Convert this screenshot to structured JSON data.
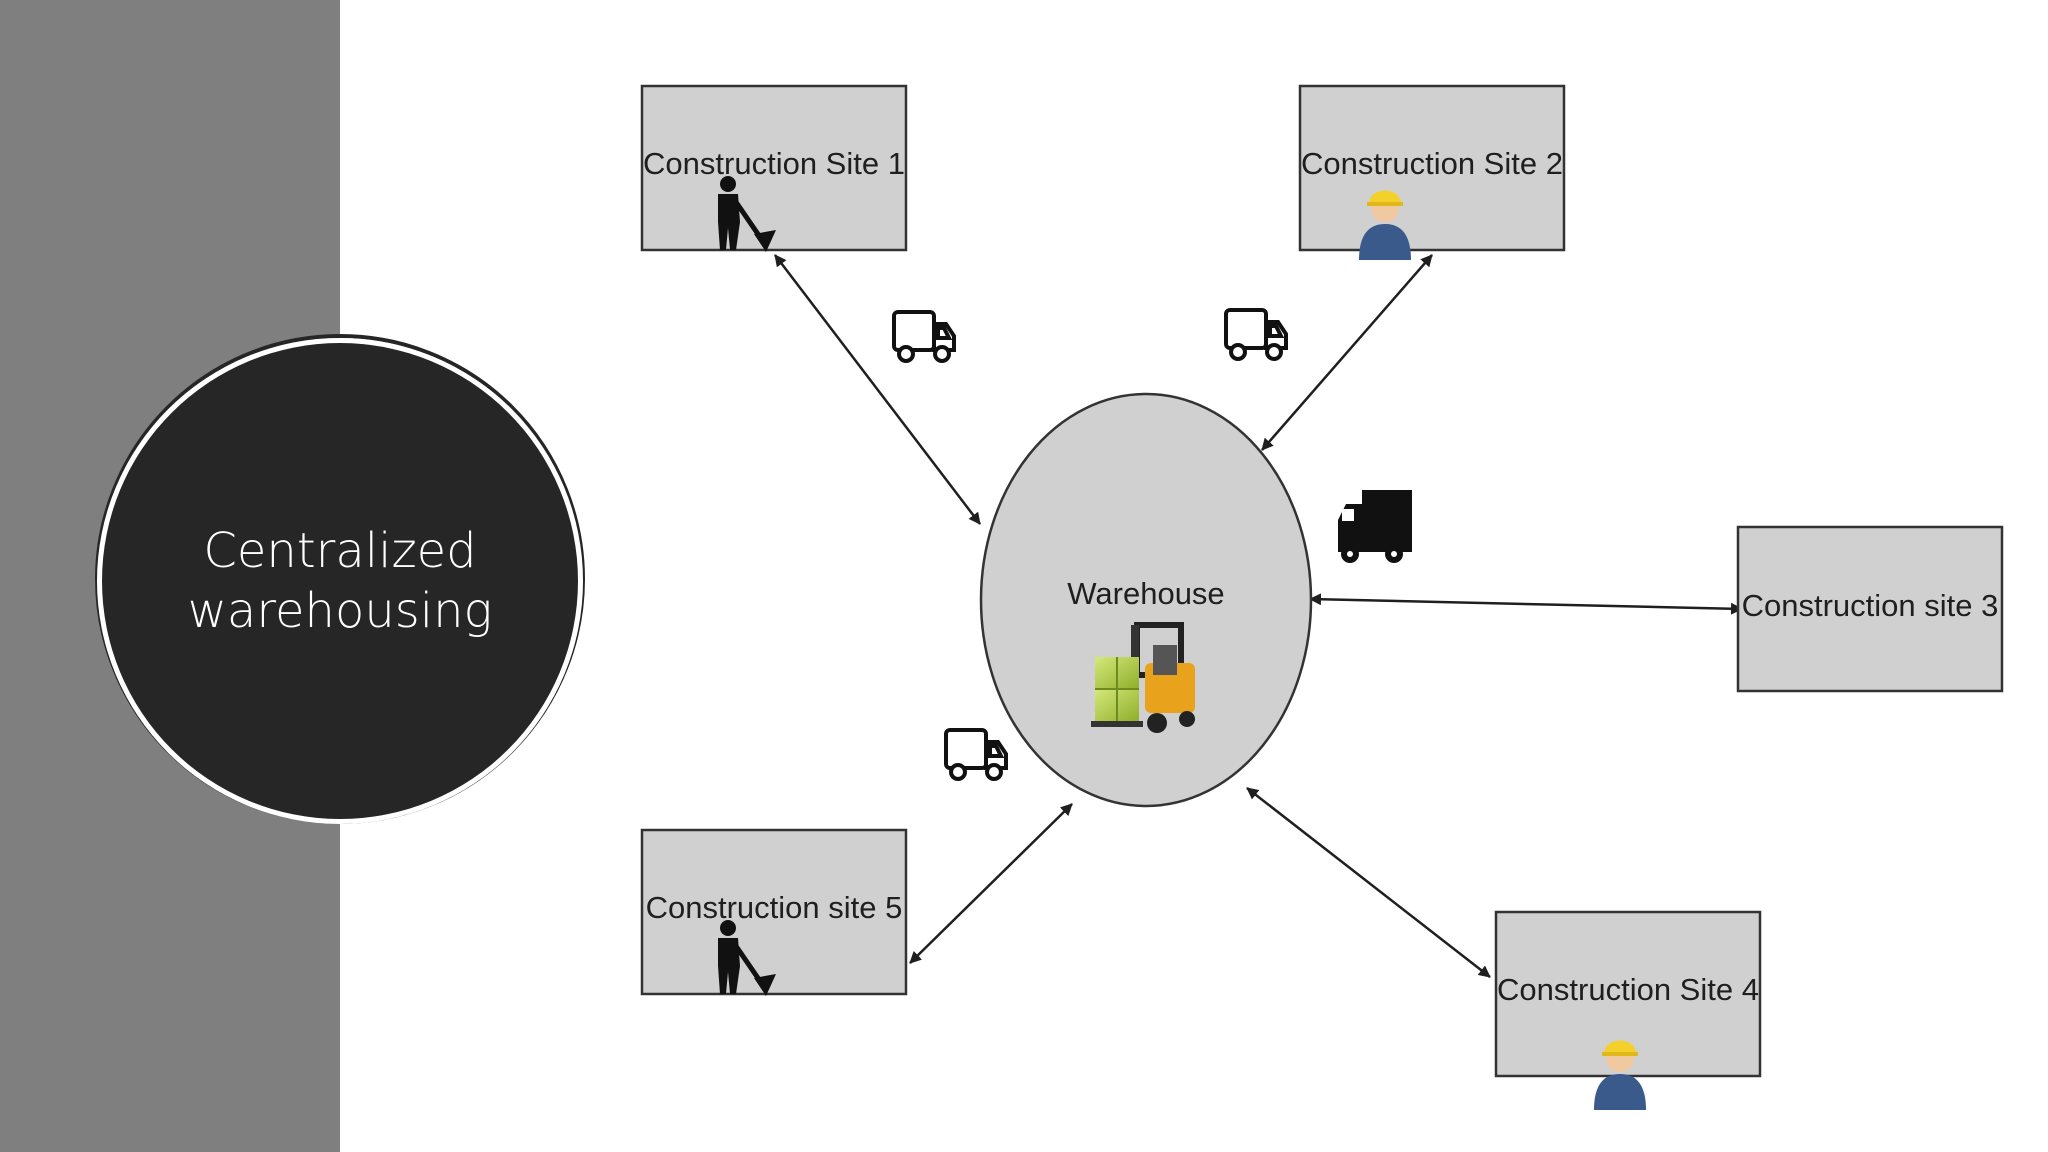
{
  "title": "Centralized warehousing",
  "hub": {
    "label": "Warehouse"
  },
  "sites": [
    {
      "label": "Construction Site 1",
      "person": "worker"
    },
    {
      "label": "Construction Site 2",
      "person": "foreman"
    },
    {
      "label": "Construction site 3",
      "person": "none"
    },
    {
      "label": "Construction Site 4",
      "person": "foreman"
    },
    {
      "label": "Construction site 5",
      "person": "worker"
    }
  ],
  "icons": {
    "hub": "forklift-icon",
    "trucks": [
      "truck-outline-icon",
      "truck-outline-icon",
      "truck-solid-icon",
      "truck-outline-icon"
    ]
  },
  "colors": {
    "sidebar": "#7f7f7f",
    "title_disc": "#262626",
    "node_fill": "#d0d0d0",
    "stroke": "#333333"
  }
}
